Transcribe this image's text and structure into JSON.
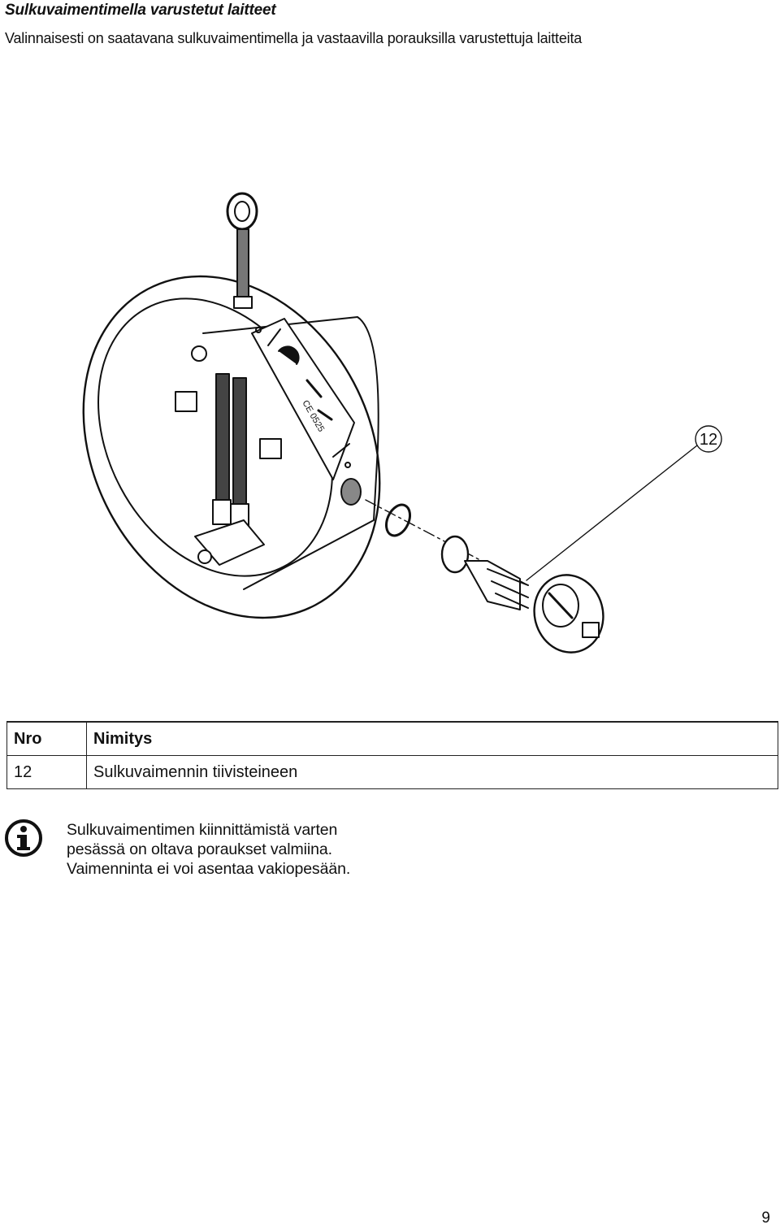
{
  "header": {
    "title": "Sulkuvaimentimella varustetut laitteet",
    "subtitle": "Valinnaisesti on saatavana sulkuvaimentimella ja vastaavilla porauksilla varustettuja laitteita"
  },
  "figure": {
    "callout": "12",
    "label_ce": "CE 0525",
    "icon": "damper-ring-assembly-illustration"
  },
  "parts_table": {
    "headers": [
      "Nro",
      "Nimitys"
    ],
    "rows": [
      {
        "no": "12",
        "name": "Sulkuvaimennin tiivisteineen"
      }
    ]
  },
  "note": {
    "icon": "info-icon",
    "lines": [
      "Sulkuvaimentimen kiinnittämistä varten",
      "pesässä on oltava poraukset valmiina.",
      "Vaimenninta ei voi asentaa vakiopesään."
    ]
  },
  "page_number": "9"
}
